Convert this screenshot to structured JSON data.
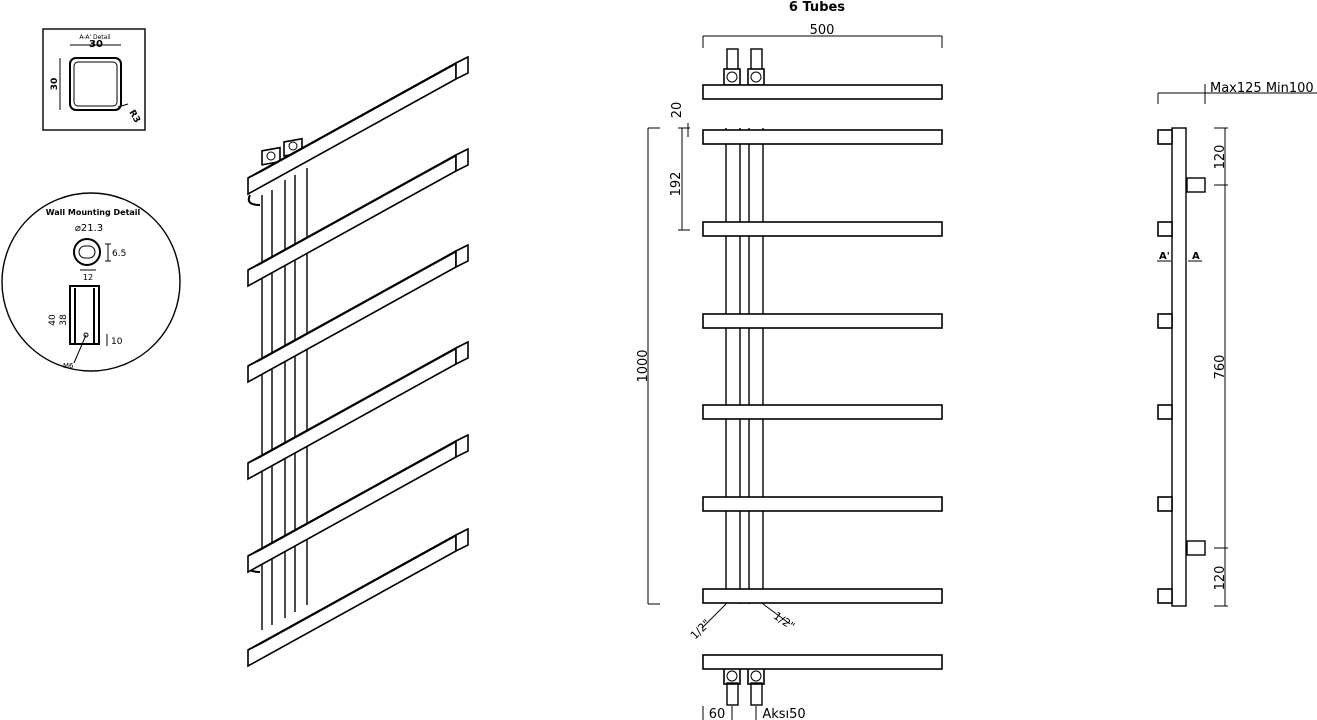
{
  "section_detail": {
    "title": "A-A' Detail",
    "width": "30",
    "height": "30",
    "radius": "R3"
  },
  "wall_mounting": {
    "title": "Wall Mounting Detail",
    "diameter": "⌀21.3",
    "depth": "6.5",
    "width": "12",
    "height_outer": "40",
    "height_inner": "38",
    "offset": "10",
    "screw": "M6"
  },
  "front_view": {
    "title": "6 Tubes",
    "width": "500",
    "gap": "20",
    "pitch": "192",
    "height": "1000",
    "pipe_left": "1/2\"",
    "pipe_right": "1/2\"",
    "bottom_offset": "60",
    "bottom_spacing": "Aksı50"
  },
  "side_view": {
    "depth": "Max125 Min100",
    "top_spacing": "120",
    "middle_spacing": "760",
    "bottom_spacing": "120",
    "section_mark_left": "A'",
    "section_mark_right": "A"
  }
}
